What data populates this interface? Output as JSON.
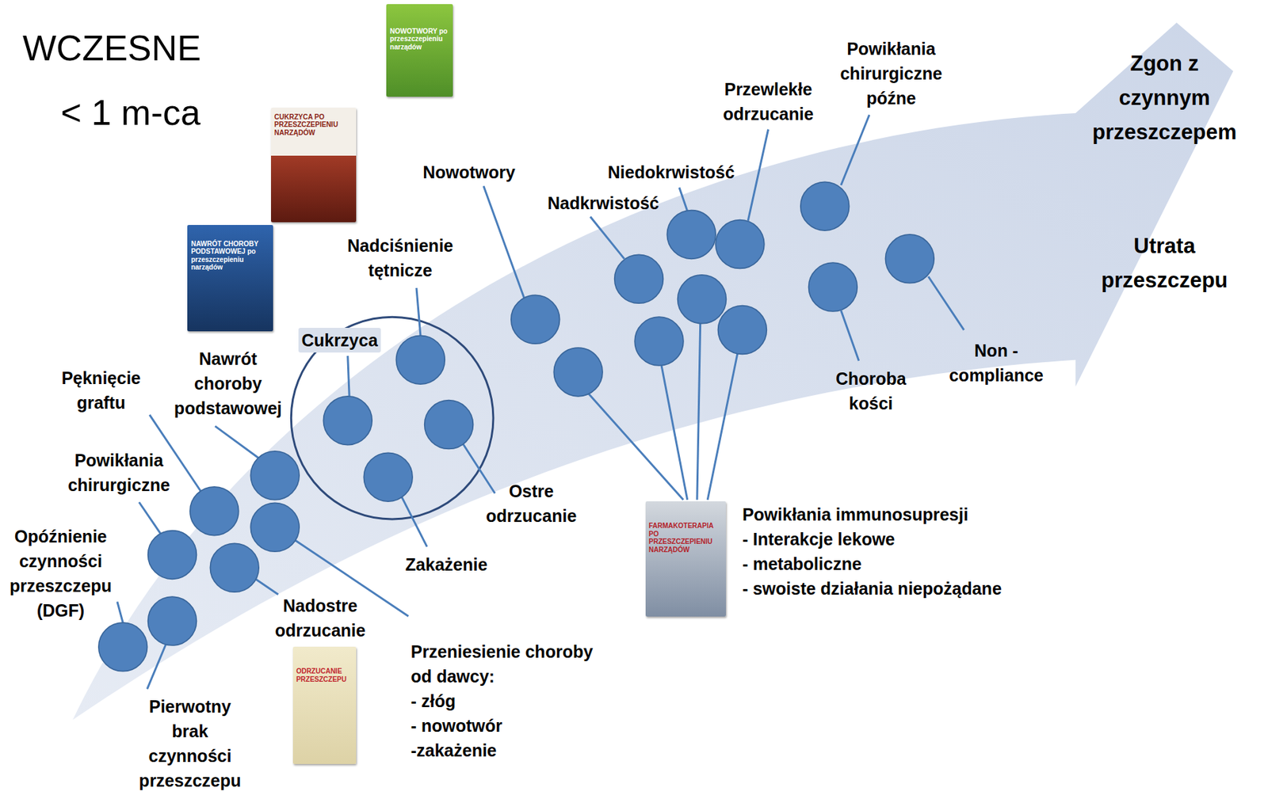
{
  "diagram": {
    "nodes": [
      {
        "text": [
          "NOWOTWORY po przeszczepieniu narządów"
        ]
      },
      {
        "text": [
          "CUKRZYCA PO PRZESZCZEPIENIU NARZĄDÓW"
        ]
      },
      {
        "text": [
          "NAWRÓT CHOROBY PODSTAWOWEJ po przeszczepieniu narządów"
        ]
      },
      {
        "text": [
          "FARMAKOTERAPIA PO PRZESZCZEPIENIU NARZĄDÓW"
        ]
      },
      {
        "text": [
          "ODRZUCANIE PRZESZCZEPU"
        ]
      }
    ],
    "labels": [
      "WCZESNE",
      "< 1 m-ca",
      "Powikłania chirurgiczne późne",
      "Zgon z czynnym przeszczepem",
      "Przewlekłe odrzucanie",
      "Niedokrwistość",
      "Nowotwory",
      "Nadkrwistość",
      "Utrata przeszczepu",
      "Nadciśnienie tętnicze",
      "Cukrzyca",
      "Nawrót choroby podstawowej",
      "Non - compliance",
      "Pęknięcie graftu",
      "Choroba kości",
      "Powikłania chirurgiczne",
      "Ostre odrzucanie",
      "Powikłania immunosupresji",
      "- Interakcje lekowe",
      "- metaboliczne",
      "- swoiste działania niepożądane",
      "Opóźnienie czynności przeszczepu (DGF)",
      "Zakażenie",
      "Nadostre odrzucanie",
      "Przeniesienie choroby od dawcy:",
      "- złóg",
      "- nowotwór",
      "-zakażenie",
      "Pierwotny brak czynności przeszczepu"
    ]
  }
}
